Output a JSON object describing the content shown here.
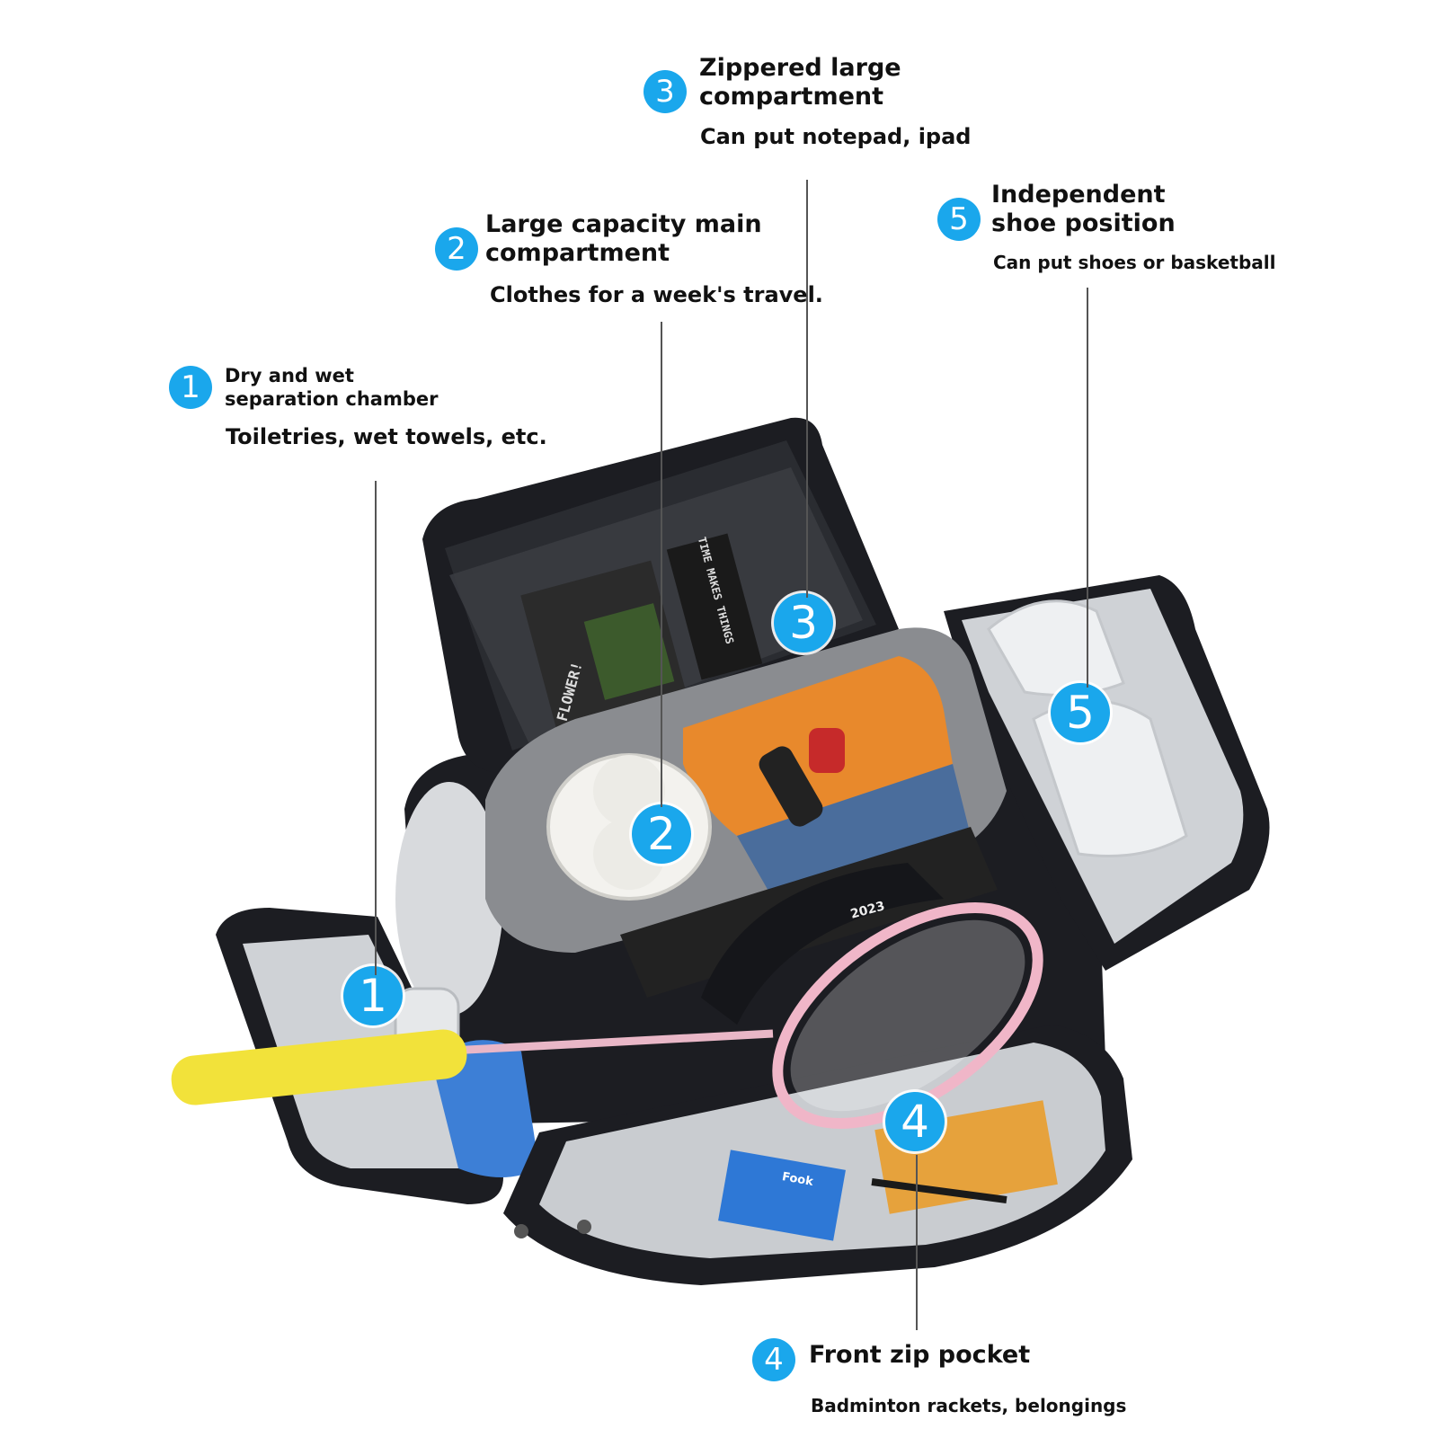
{
  "colors": {
    "badge": "#1aa7ec",
    "bag": "#1c1d22",
    "lining": "#c9ccd0",
    "racket_grip": "#f2e23a",
    "towel_blue": "#3d7fd6",
    "shirt_orange": "#e8892c"
  },
  "callouts": [
    {
      "number": "1",
      "title_line1": "Dry and wet",
      "title_line2": "separation chamber",
      "subtitle": "Toiletries, wet towels, etc."
    },
    {
      "number": "2",
      "title_line1": "Large capacity main",
      "title_line2": "compartment",
      "subtitle": "Clothes for a week's travel."
    },
    {
      "number": "3",
      "title_line1": "Zippered large",
      "title_line2": "compartment",
      "subtitle": "Can put notepad, ipad"
    },
    {
      "number": "4",
      "title_line1": "Front zip pocket",
      "subtitle": "Badminton rackets, belongings"
    },
    {
      "number": "5",
      "title_line1": "Independent",
      "title_line2": "shoe position",
      "subtitle": "Can put shoes or basketball"
    }
  ],
  "photo_markers": [
    "1",
    "2",
    "3",
    "4",
    "5"
  ],
  "photo_text": {
    "book_title": "FLOWER!",
    "book2_title": "TIME MAKES THINGS",
    "notebook_year": "2023",
    "tissue_brand": "Fook"
  }
}
